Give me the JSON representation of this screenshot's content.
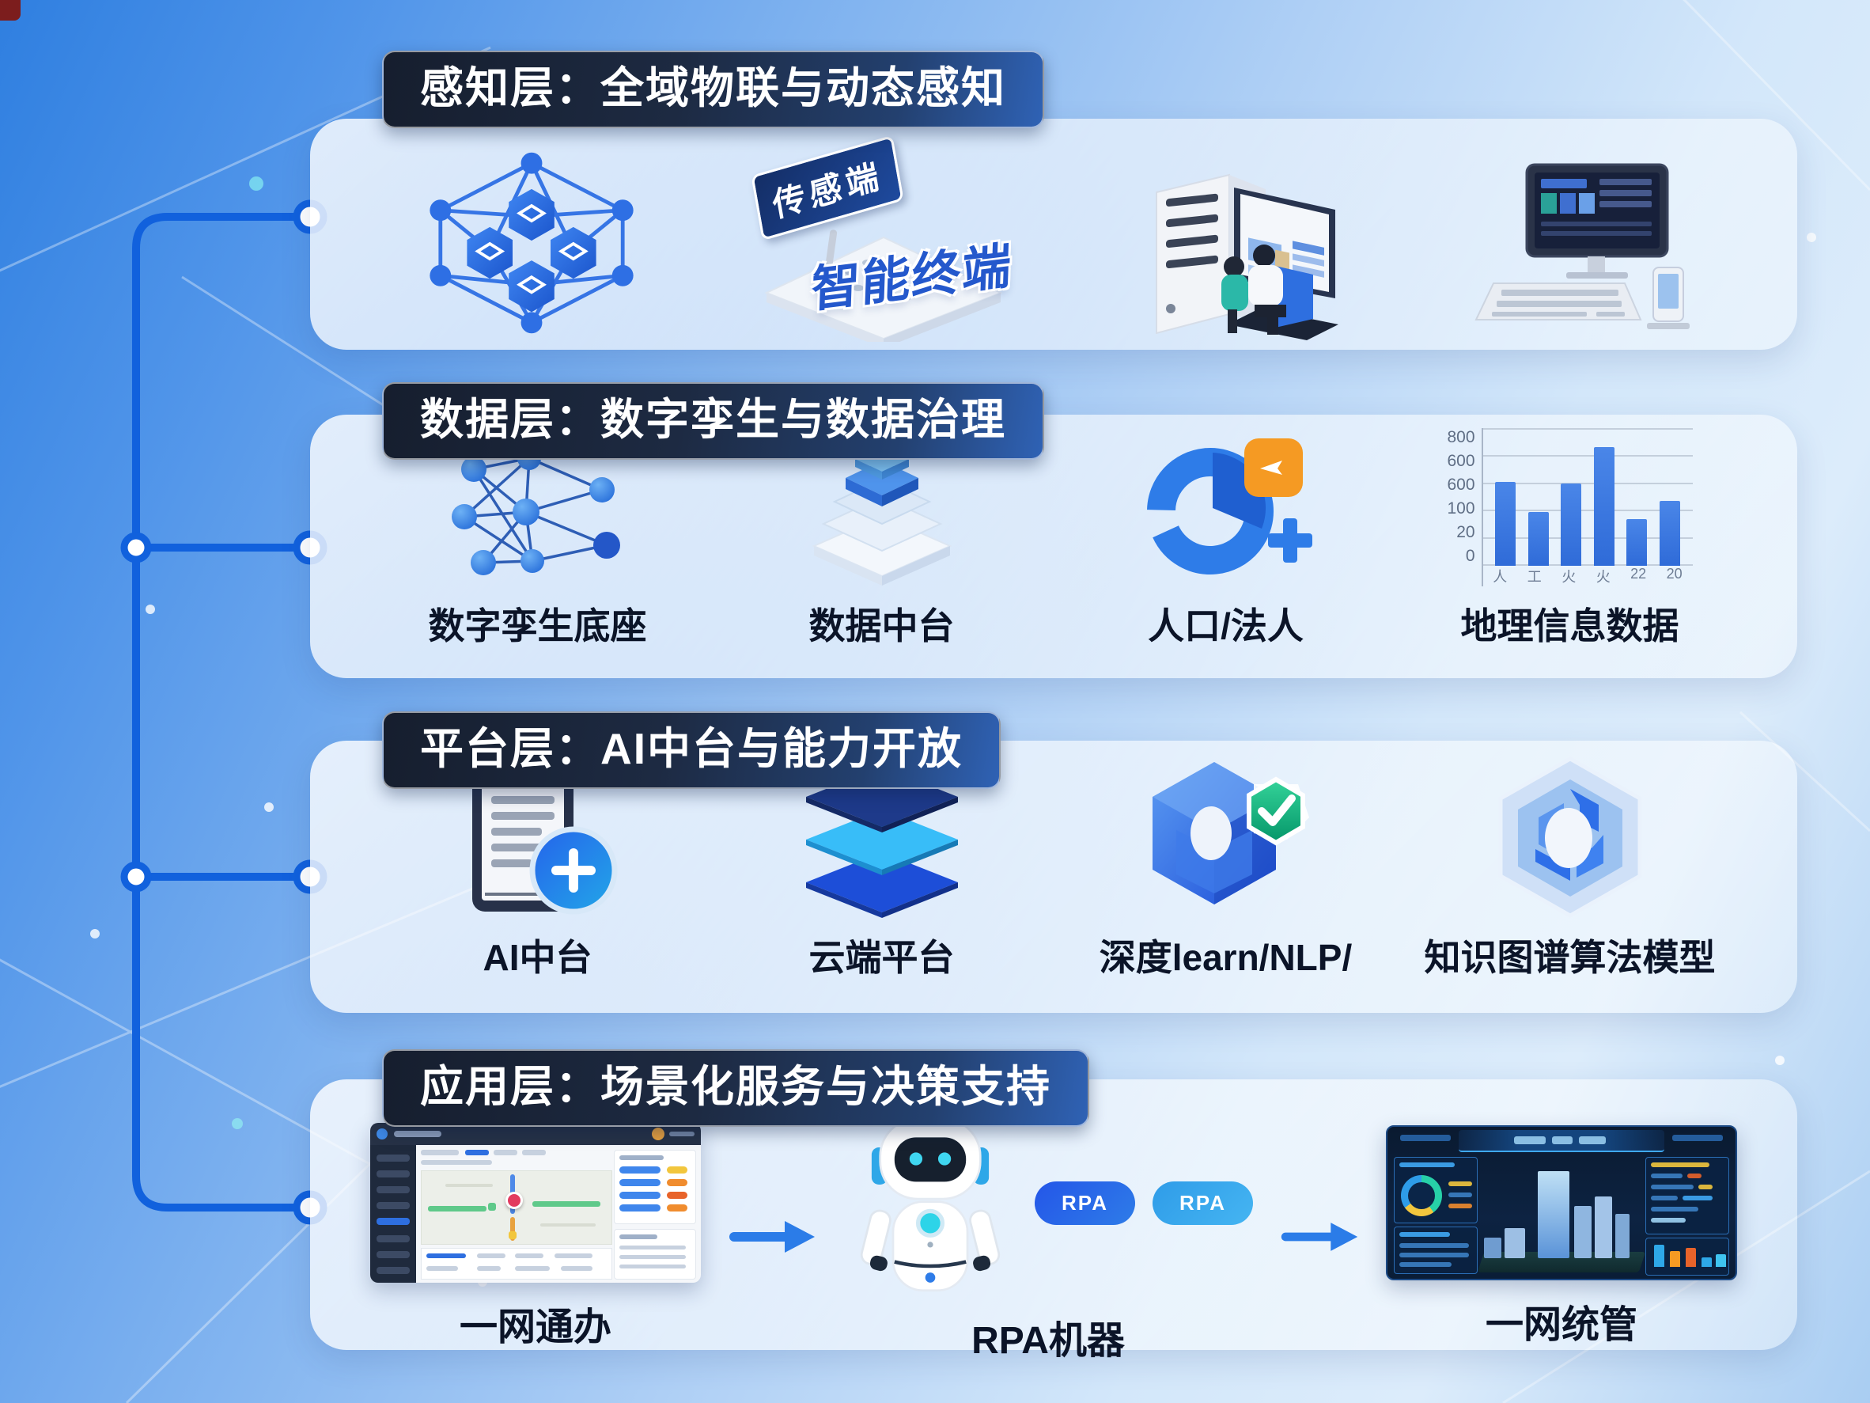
{
  "colors": {
    "accent_blue": "#1161dd",
    "title_text": "#ffffff",
    "label_text": "#0b1428",
    "orange": "#f59a23",
    "green": "#12b981",
    "bar_blue": "#3a78e0"
  },
  "sections": [
    {
      "title": "感知层：全域物联与动态感知",
      "items": [
        {
          "icon": "iot-hexagon-network-icon"
        },
        {
          "icon": "sensor-terminal-icon",
          "sign_text": "传感端",
          "terminal_text": "智能终端"
        },
        {
          "icon": "server-operators-icon"
        },
        {
          "icon": "workstation-icon"
        }
      ]
    },
    {
      "title": "数据层：数字孪生与数据治理",
      "items": [
        {
          "icon": "neural-network-icon",
          "label": "数字孪生底座"
        },
        {
          "icon": "data-stack-icon",
          "label": "数据中台"
        },
        {
          "icon": "population-donut-icon",
          "label": "人口/法人"
        },
        {
          "icon": "geo-bar-chart-icon",
          "label": "地理信息数据",
          "chart": {
            "type": "bar",
            "yticks": [
              "800",
              "600",
              "600",
              "100",
              "20",
              "0"
            ],
            "xticks": [
              "人",
              "工",
              "火",
              "火",
              "22",
              "20"
            ],
            "bars": [
              0.61,
              0.39,
              0.6,
              0.86,
              0.34,
              0.47
            ]
          }
        }
      ]
    },
    {
      "title": "平台层：AI中台与能力开放",
      "items": [
        {
          "icon": "ai-tablet-plus-icon",
          "label": "AI中台"
        },
        {
          "icon": "cloud-layers-icon",
          "label": "云端平台"
        },
        {
          "icon": "deep-learning-cube-icon",
          "label": "深度learn/NLP/"
        },
        {
          "icon": "knowledge-graph-icon",
          "label": "知识图谱算法模型"
        }
      ]
    },
    {
      "title": "应用层：场景化服务与决策支持",
      "items": [
        {
          "icon": "gov-dashboard-illustration",
          "label": "一网通办"
        },
        {
          "icon": "rpa-robot-icon",
          "label": "RPA机器",
          "pills": [
            "RPA",
            "RPA"
          ]
        },
        {
          "icon": "city-dashboard-illustration",
          "label": "一网统管"
        }
      ]
    }
  ]
}
